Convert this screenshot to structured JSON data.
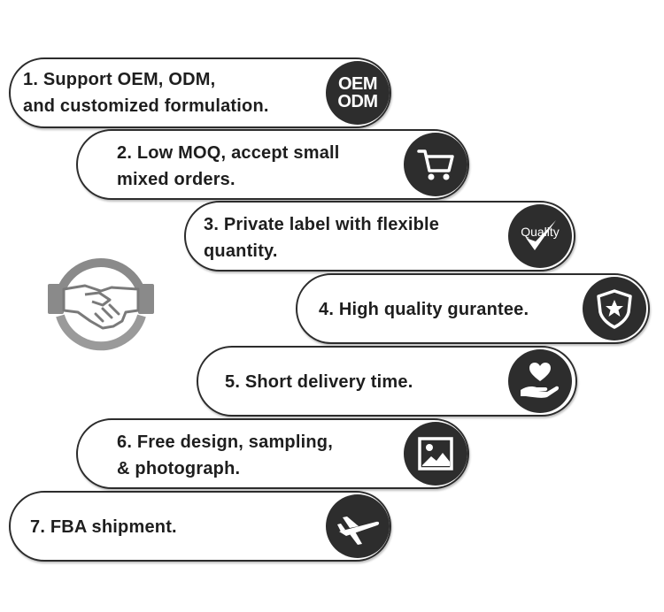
{
  "items": [
    {
      "line1": "1. Support OEM, ODM,",
      "line2": "and customized formulation.",
      "icon": "oem-odm-badge",
      "badge_lines": [
        "OEM",
        "ODM"
      ]
    },
    {
      "line1": "2. Low MOQ, accept small",
      "line2": "mixed orders.",
      "icon": "shopping-cart-icon"
    },
    {
      "line1": "3. Private label with flexible",
      "line2": "quantity.",
      "icon": "checkmark-icon",
      "badge_word": "Quality"
    },
    {
      "line1": "4. High quality gurantee.",
      "icon": "shield-star-icon"
    },
    {
      "line1": "5. Short delivery time.",
      "icon": "heart-hand-icon"
    },
    {
      "line1": "6. Free design, sampling,",
      "line2": "& photograph.",
      "icon": "image-icon"
    },
    {
      "line1": "7. FBA shipment.",
      "icon": "airplane-icon"
    }
  ],
  "colors": {
    "dark": "#2d2d2d",
    "border": "#2c2c2c",
    "handshake_gray": "#8a8a8a",
    "handshake_light": "#b0b0b0"
  }
}
